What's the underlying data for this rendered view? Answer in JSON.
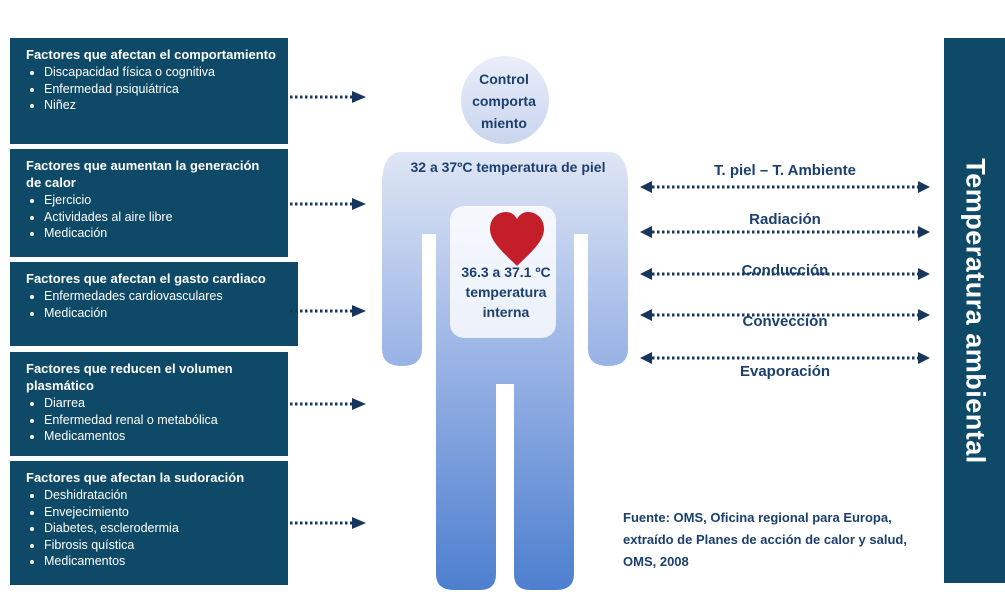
{
  "factors": [
    {
      "title": "Factores que afectan el comportamiento",
      "items": [
        "Discapacidad física o cognitiva",
        "Enfermedad psiquiátrica",
        "Niñez"
      ]
    },
    {
      "title": "Factores que aumentan la generación de calor",
      "items": [
        "Ejercicio",
        "Actividades al aire libre",
        "Medicación"
      ]
    },
    {
      "title": "Factores que afectan el gasto cardiaco",
      "items": [
        "Enfermedades cardiovasculares",
        "Medicación"
      ]
    },
    {
      "title": "Factores que reducen el volumen plasmático",
      "items": [
        "Diarrea",
        "Enfermedad renal o metabólica",
        "Medicamentos"
      ]
    },
    {
      "title": "Factores que afectan la sudoración",
      "items": [
        "Deshidratación",
        "Envejecimiento",
        "Diabetes, esclerodermia",
        "Fibrosis quística",
        "Medicamentos"
      ]
    }
  ],
  "body": {
    "head_text": "Control comporta miento",
    "skin_text": "32 a 37ºC temperatura de piel",
    "core_text": "36.3 a 37.1 ºC temperatura interna"
  },
  "exchanges": [
    "T. piel – T. Ambiente",
    "Radiación",
    "Conducción",
    "Convección",
    "Evaporación"
  ],
  "ambient_label": "Temperatura ambiental",
  "source": "Fuente: OMS, Oficina regional para Europa, extraído de Planes de acción de calor y salud, OMS, 2008",
  "colors": {
    "box": "#0e4a68",
    "text_dark": "#1b3f6e",
    "arrow": "#17365d",
    "body_top": "#dfe6f4",
    "body_bottom": "#4e7fcf",
    "heart": "#c41e2a"
  }
}
